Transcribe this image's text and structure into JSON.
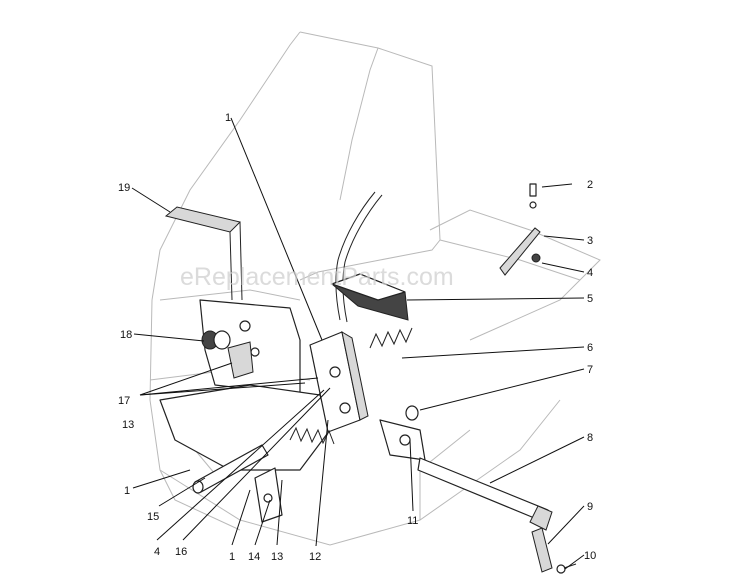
{
  "watermark": "eReplacementParts.com",
  "callouts": {
    "c1_top": "1",
    "c2": "2",
    "c3": "3",
    "c4_right": "4",
    "c5": "5",
    "c6": "6",
    "c7": "7",
    "c8": "8",
    "c9": "9",
    "c10": "10",
    "c11": "11",
    "c12": "12",
    "c13_bottom": "13",
    "c14": "14",
    "c1_bottom": "1",
    "c16": "16",
    "c4_bottom": "4",
    "c15": "15",
    "c1_left": "1",
    "c13_left": "13",
    "c17": "17",
    "c18": "18",
    "c19": "19"
  }
}
